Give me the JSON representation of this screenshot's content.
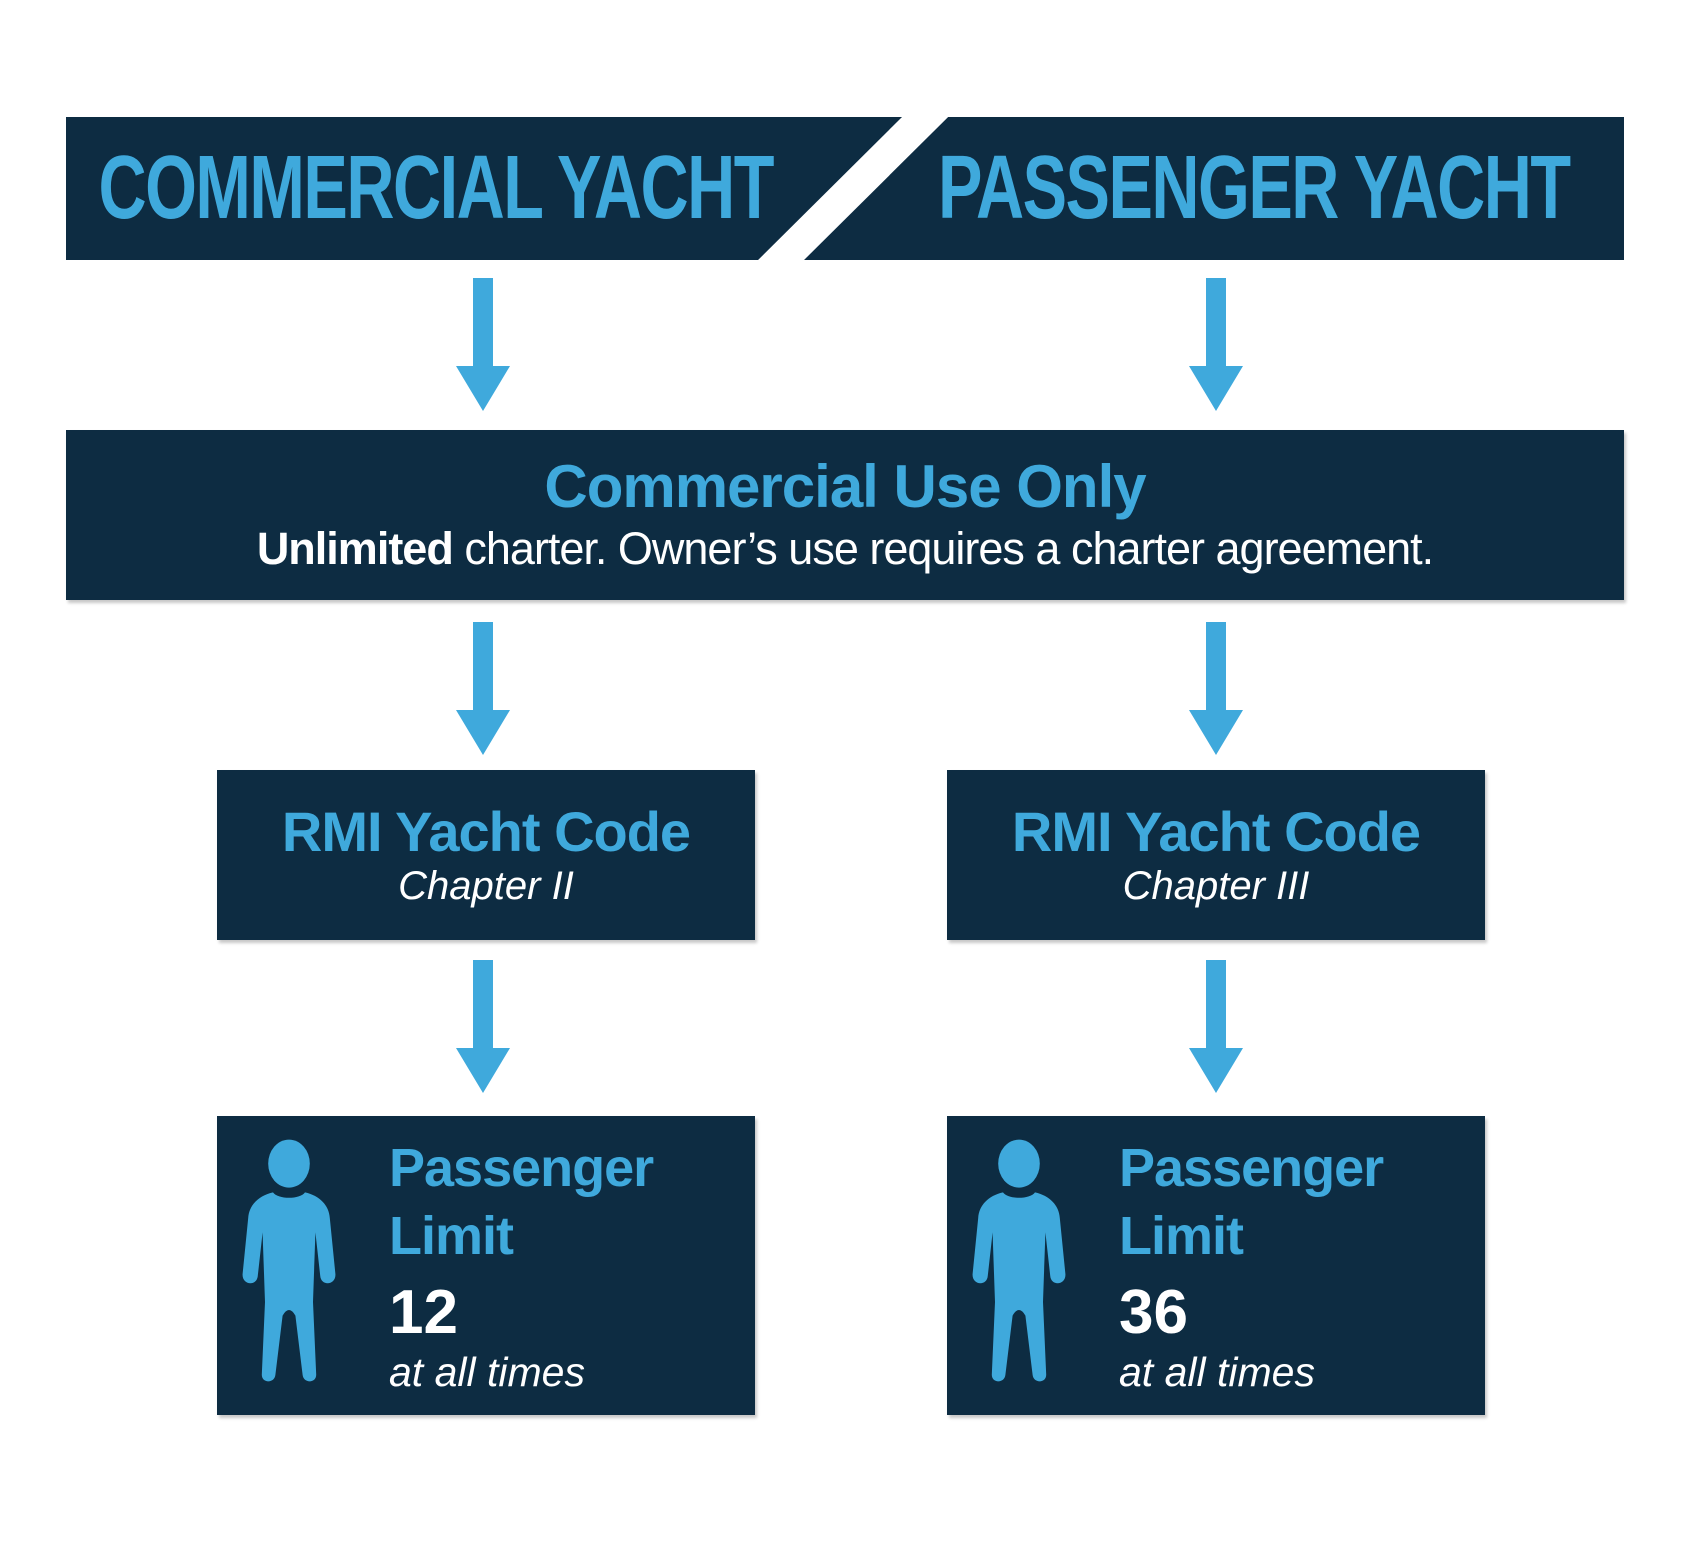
{
  "palette": {
    "navy": "#0d2c42",
    "blue": "#3fa9dc",
    "white": "#ffffff"
  },
  "header": {
    "left_label": "COMMERCIAL YACHT",
    "right_label": "PASSENGER YACHT"
  },
  "use_box": {
    "title": "Commercial Use Only",
    "subtitle_bold": "Unlimited",
    "subtitle_rest": " charter. Owner’s use requires a charter agreement."
  },
  "branches": [
    {
      "code_title": "RMI Yacht Code",
      "code_chapter": "Chapter II",
      "limit_line1": "Passenger",
      "limit_line2": "Limit",
      "limit_value": "12",
      "limit_note": "at all times"
    },
    {
      "code_title": "RMI Yacht Code",
      "code_chapter": "Chapter III",
      "limit_line1": "Passenger",
      "limit_line2": "Limit",
      "limit_value": "36",
      "limit_note": "at all times"
    }
  ]
}
